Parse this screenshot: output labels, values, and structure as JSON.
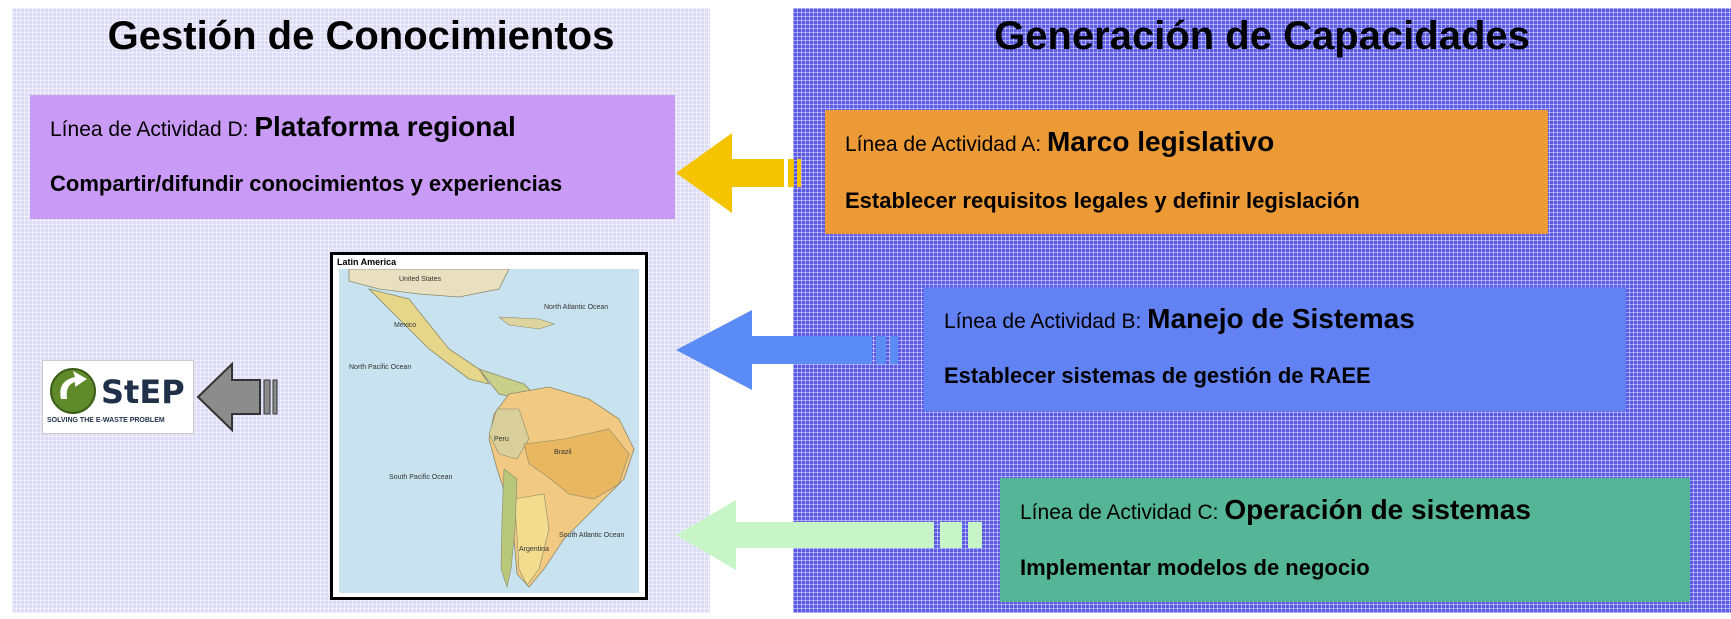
{
  "left_panel": {
    "title": "Gestión de Conocimientos"
  },
  "right_panel": {
    "title": "Generación de Capacidades"
  },
  "activity_lines": {
    "d": {
      "prefix": "Línea de Actividad D: ",
      "name": "Plataforma regional",
      "description": "Compartir/difundir conocimientos y experiencias",
      "color": "#c99af6"
    },
    "a": {
      "prefix": "Línea de Actividad A: ",
      "name": "Marco legislativo",
      "description": "Establecer requisitos legales y definir legislación",
      "color": "#ec9a36"
    },
    "b": {
      "prefix": "Línea de Actividad B: ",
      "name": "Manejo de Sistemas",
      "description": "Establecer sistemas de gestión de RAEE",
      "color": "#5e84f2"
    },
    "c": {
      "prefix": "Línea de Actividad C: ",
      "name": "Operación de sistemas",
      "description": "Implementar modelos de negocio",
      "color": "#54b696"
    }
  },
  "map": {
    "title": "Latin America",
    "labels": [
      "United States",
      "Mexico",
      "North Atlantic Ocean",
      "North Pacific Ocean",
      "Brazil",
      "Peru",
      "Argentina",
      "South Pacific Ocean",
      "South Atlantic Ocean"
    ]
  },
  "logo": {
    "text": "StEP",
    "tagline": "SOLVING THE E-WASTE PROBLEM"
  },
  "arrow_colors": {
    "yellow": "#f5c400",
    "blue": "#5b8cf5",
    "green": "#c8f5c8",
    "gray": "#8c8c8c"
  }
}
